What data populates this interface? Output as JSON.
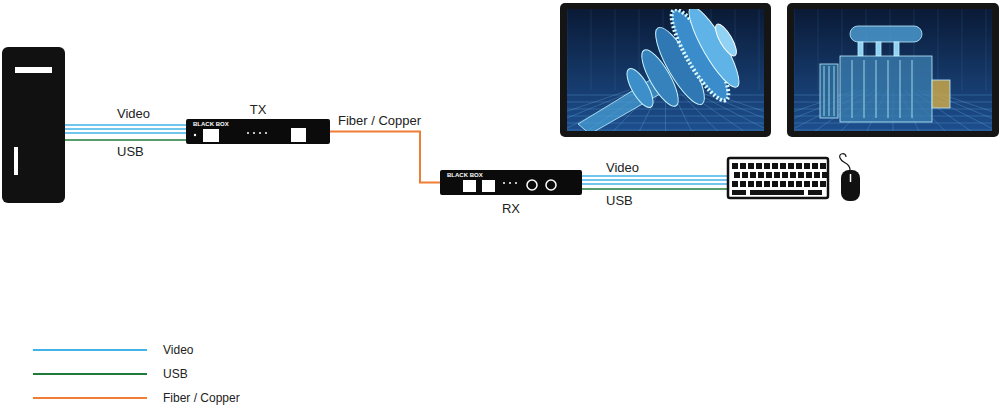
{
  "diagram": {
    "nodes": [
      {
        "text": [
          "TX",
          "BLACK BOX"
        ]
      },
      {
        "text": [
          "BLACK BOX",
          "RX"
        ]
      }
    ],
    "edges": [
      {
        "from": 0,
        "to": 1,
        "arrow": "none",
        "label": "Fiber / Copper"
      }
    ],
    "labels": [
      "Video",
      "USB",
      "Video",
      "USB"
    ],
    "legend": [
      {
        "text": "Video"
      },
      {
        "text": "USB"
      },
      {
        "text": "Fiber / Copper"
      }
    ]
  }
}
